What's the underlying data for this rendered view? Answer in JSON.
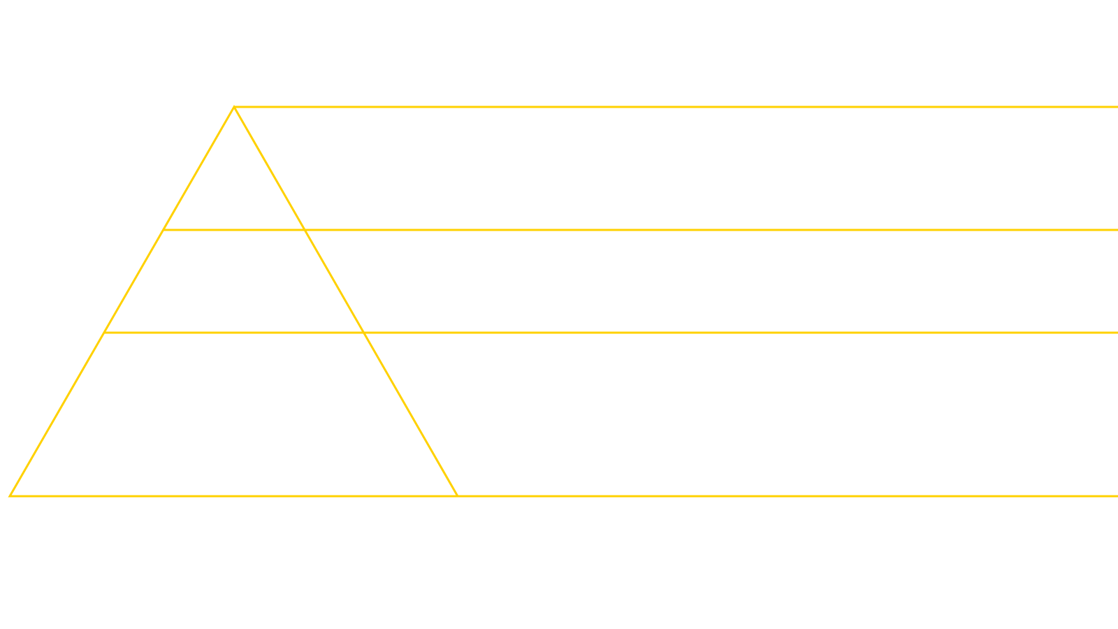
{
  "diagram": {
    "stroke_color": "#FFD100",
    "shapes": [
      "triangle",
      "level-line-top",
      "level-line-upper",
      "level-line-middle",
      "level-line-base"
    ]
  }
}
